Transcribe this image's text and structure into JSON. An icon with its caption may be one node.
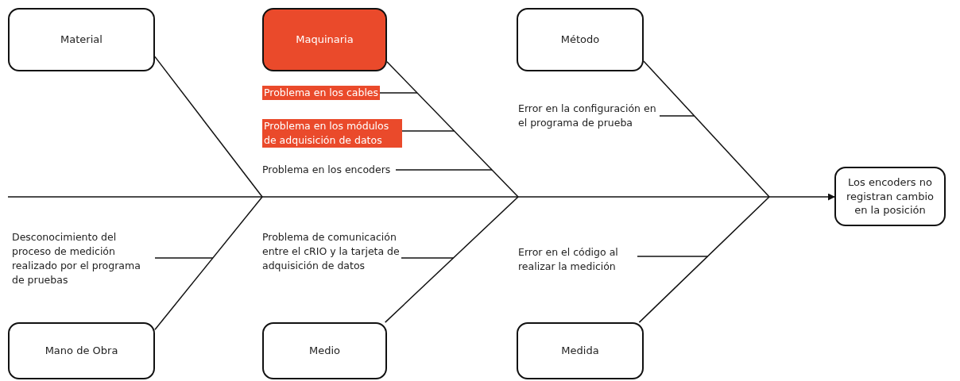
{
  "diagram": {
    "nodes": [
      {
        "text": [
          "Material"
        ]
      },
      {
        "text": [
          "Maquinaria"
        ]
      },
      {
        "text": [
          "Método"
        ]
      },
      {
        "text": [
          "Los encoders no registran cambio en la posición"
        ]
      },
      {
        "text": [
          "Mano de Obra"
        ]
      },
      {
        "text": [
          "Medio"
        ]
      },
      {
        "text": [
          "Medida"
        ]
      },
      {
        "text": [
          "Problema en los cables"
        ]
      },
      {
        "text": [
          "Problema en los módulos de adquisición de datos"
        ]
      },
      {
        "text": [
          "Problema en los encoders"
        ]
      },
      {
        "text": [
          "Error en la configuración en el programa de prueba"
        ]
      },
      {
        "text": [
          "Desconocimiento del proceso de medición realizado por el programa de pruebas"
        ]
      },
      {
        "text": [
          "Problema de comunicación entre el cRIO y la tarjeta de adquisición de datos"
        ]
      },
      {
        "text": [
          "Error en el código al realizar la medición"
        ]
      }
    ],
    "edges": [
      {
        "from": null,
        "to": 3,
        "arrow": "to"
      },
      {
        "from": 0,
        "to": null,
        "arrow": "none"
      },
      {
        "from": 1,
        "to": null,
        "arrow": "none"
      },
      {
        "from": 2,
        "to": null,
        "arrow": "none"
      },
      {
        "from": 4,
        "to": null,
        "arrow": "none"
      },
      {
        "from": 5,
        "to": null,
        "arrow": "none"
      },
      {
        "from": 6,
        "to": null,
        "arrow": "none"
      },
      {
        "from": 7,
        "to": null,
        "arrow": "none"
      },
      {
        "from": 8,
        "to": null,
        "arrow": "none"
      },
      {
        "from": 9,
        "to": null,
        "arrow": "none"
      },
      {
        "from": 10,
        "to": null,
        "arrow": "none"
      },
      {
        "from": 11,
        "to": null,
        "arrow": "none"
      },
      {
        "from": 12,
        "to": null,
        "arrow": "none"
      },
      {
        "from": 13,
        "to": null,
        "arrow": "none"
      }
    ]
  }
}
